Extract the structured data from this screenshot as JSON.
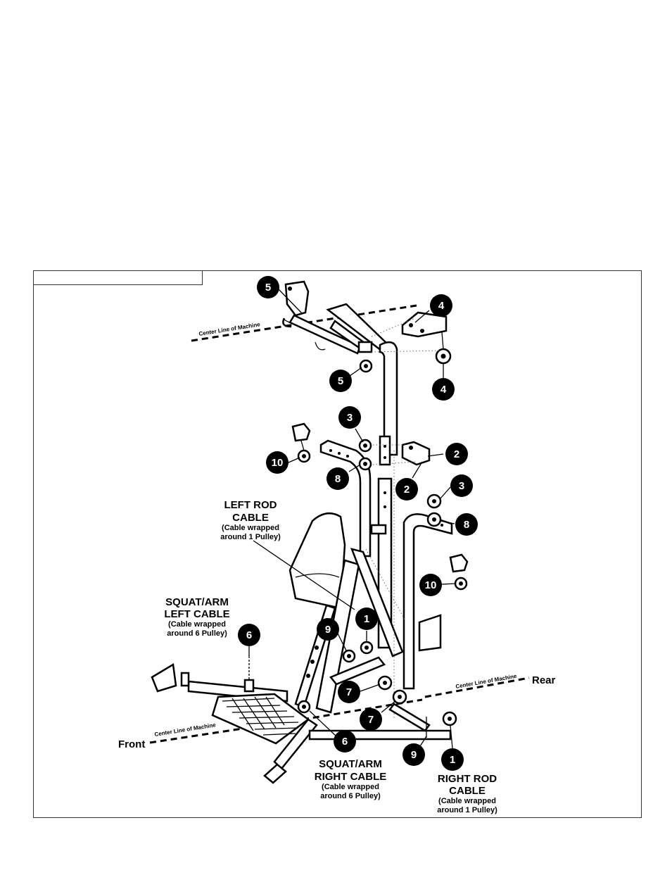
{
  "figure": {
    "caption": "",
    "orientation": {
      "front": "Front",
      "rear": "Rear",
      "centerline_front": "Center Line of Machine",
      "centerline_rear": "Center Line of Machine",
      "centerline_top": "Center Line of Machine"
    },
    "labels": {
      "left_rod_cable": {
        "line1": "LEFT ROD",
        "line2": "CABLE",
        "note1": "(Cable wrapped",
        "note2": "around 1 Pulley)"
      },
      "squat_left_cable": {
        "line1": "SQUAT/ARM",
        "line2": "LEFT CABLE",
        "note1": "(Cable wrapped",
        "note2": "around 6 Pulley)"
      },
      "squat_right_cable": {
        "line1": "SQUAT/ARM",
        "line2": "RIGHT CABLE",
        "note1": "(Cable wrapped",
        "note2": "around 6 Pulley)"
      },
      "right_rod_cable": {
        "line1": "RIGHT ROD",
        "line2": "CABLE",
        "note1": "(Cable wrapped",
        "note2": "around 1 Pulley)"
      }
    },
    "callouts": {
      "c5_top": "5",
      "c4_top": "4",
      "c5_mid": "5",
      "c4_mid": "4",
      "c3_left": "3",
      "c10_left": "10",
      "c8_left": "8",
      "c2_top": "2",
      "c2_mid": "2",
      "c3_right": "3",
      "c8_right": "8",
      "c10_right": "10",
      "c1_left": "1",
      "c9_left": "9",
      "c6_left": "6",
      "c7_top": "7",
      "c7_bottom": "7",
      "c6_right": "6",
      "c9_right": "9",
      "c1_right": "1"
    }
  }
}
